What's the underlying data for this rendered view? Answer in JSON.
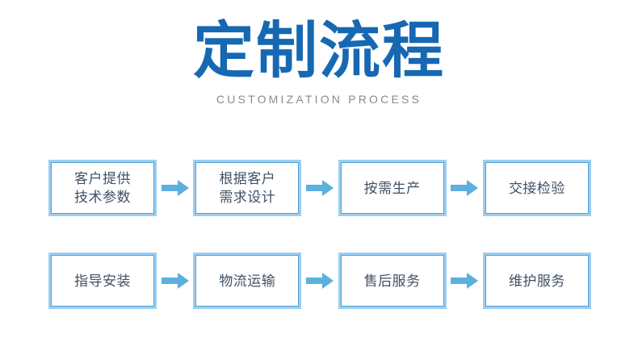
{
  "header": {
    "title": "定制流程",
    "subtitle": "CUSTOMIZATION PROCESS"
  },
  "colors": {
    "title_blue": "#1668B3",
    "subtitle_gray": "#8a8a8a",
    "box_border_outer": "#9ecdf0",
    "box_border_inner": "#4f9fd4",
    "box_fill": "#ffffff",
    "box_text": "#3f5165",
    "arrow_blue": "#5cb0dd",
    "background": "#ffffff"
  },
  "flow": {
    "row1": {
      "steps": [
        {
          "label": "客户提供\n技术参数"
        },
        {
          "label": "根据客户\n需求设计"
        },
        {
          "label": "按需生产"
        },
        {
          "label": "交接检验"
        }
      ],
      "arrows": [
        "arrow-right-icon",
        "arrow-right-icon",
        "arrow-right-icon"
      ]
    },
    "row2": {
      "steps": [
        {
          "label": "指导安装"
        },
        {
          "label": "物流运输"
        },
        {
          "label": "售后服务"
        },
        {
          "label": "维护服务"
        }
      ],
      "arrows": [
        "arrow-right-icon",
        "arrow-right-icon",
        "arrow-right-icon"
      ]
    }
  }
}
